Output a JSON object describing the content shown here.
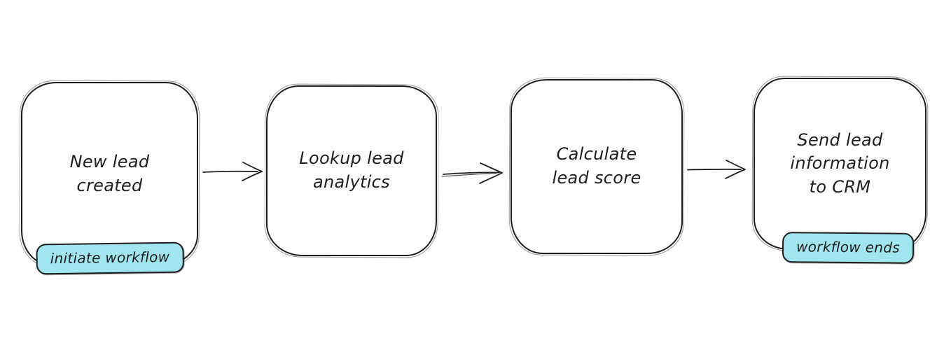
{
  "canvas": {
    "background_color": "#ffffff",
    "stroke_color": "#1e1e1e",
    "text_color": "#1e1e1e",
    "badge_fill_color": "#a0e5ef"
  },
  "workflow": {
    "nodes": [
      {
        "label": "New lead\ncreated",
        "badge": "initiate workflow"
      },
      {
        "label": "Lookup lead\nanalytics"
      },
      {
        "label": "Calculate\nlead score"
      },
      {
        "label": "Send lead\ninformation\nto CRM",
        "badge": "workflow ends"
      }
    ],
    "connections": [
      {
        "from": "New lead created",
        "to": "Lookup lead analytics",
        "style": "single-stroke open arrowhead"
      },
      {
        "from": "Lookup lead analytics",
        "to": "Calculate lead score",
        "style": "double-stroke open arrowhead"
      },
      {
        "from": "Calculate lead score",
        "to": "Send lead information to CRM",
        "style": "single-stroke open arrowhead"
      }
    ]
  }
}
